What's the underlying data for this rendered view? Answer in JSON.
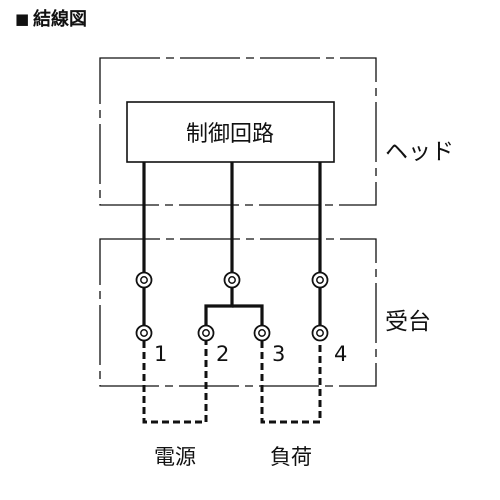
{
  "heading": {
    "marker": "■",
    "text": "結線図"
  },
  "control_box": {
    "label": "制御回路"
  },
  "sections": {
    "head": "ヘッド",
    "base": "受台"
  },
  "terminals": [
    {
      "number": "1"
    },
    {
      "number": "2"
    },
    {
      "number": "3"
    },
    {
      "number": "4"
    }
  ],
  "external": {
    "power": "電源",
    "load": "負荷"
  },
  "colors": {
    "line": "#111111",
    "background": "#ffffff"
  }
}
